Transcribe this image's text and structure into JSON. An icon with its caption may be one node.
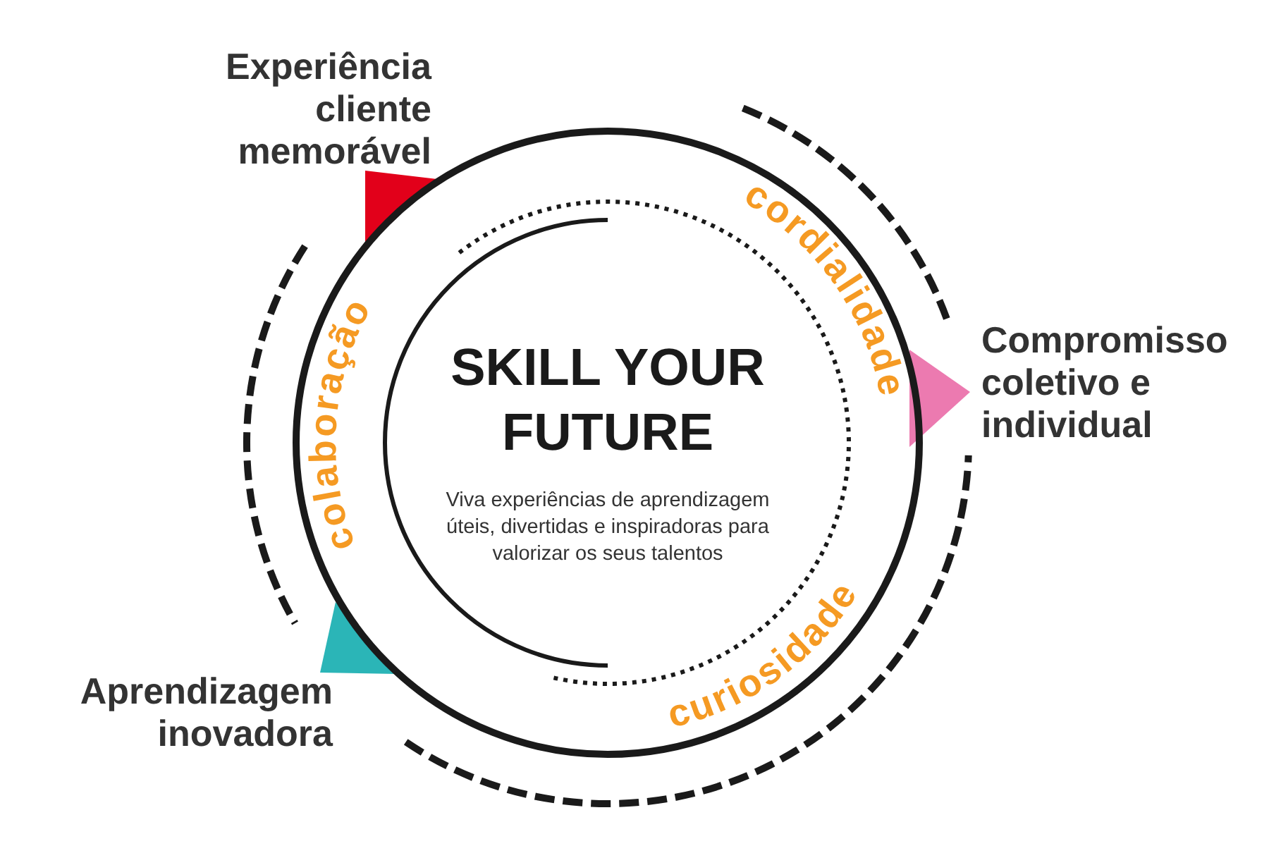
{
  "diagram": {
    "nodes": [
      {
        "text": [
          "SKILL YOUR FUTURE",
          "Viva experiências de aprendizagem úteis, divertidas e inspiradoras para valorizar os seus talentos"
        ]
      }
    ],
    "labels": [
      "Experiência cliente memorável",
      "cordialidade",
      "Compromisso coletivo e individual",
      "colaboração",
      "Aprendizagem inovadora",
      "curiosidade"
    ]
  }
}
